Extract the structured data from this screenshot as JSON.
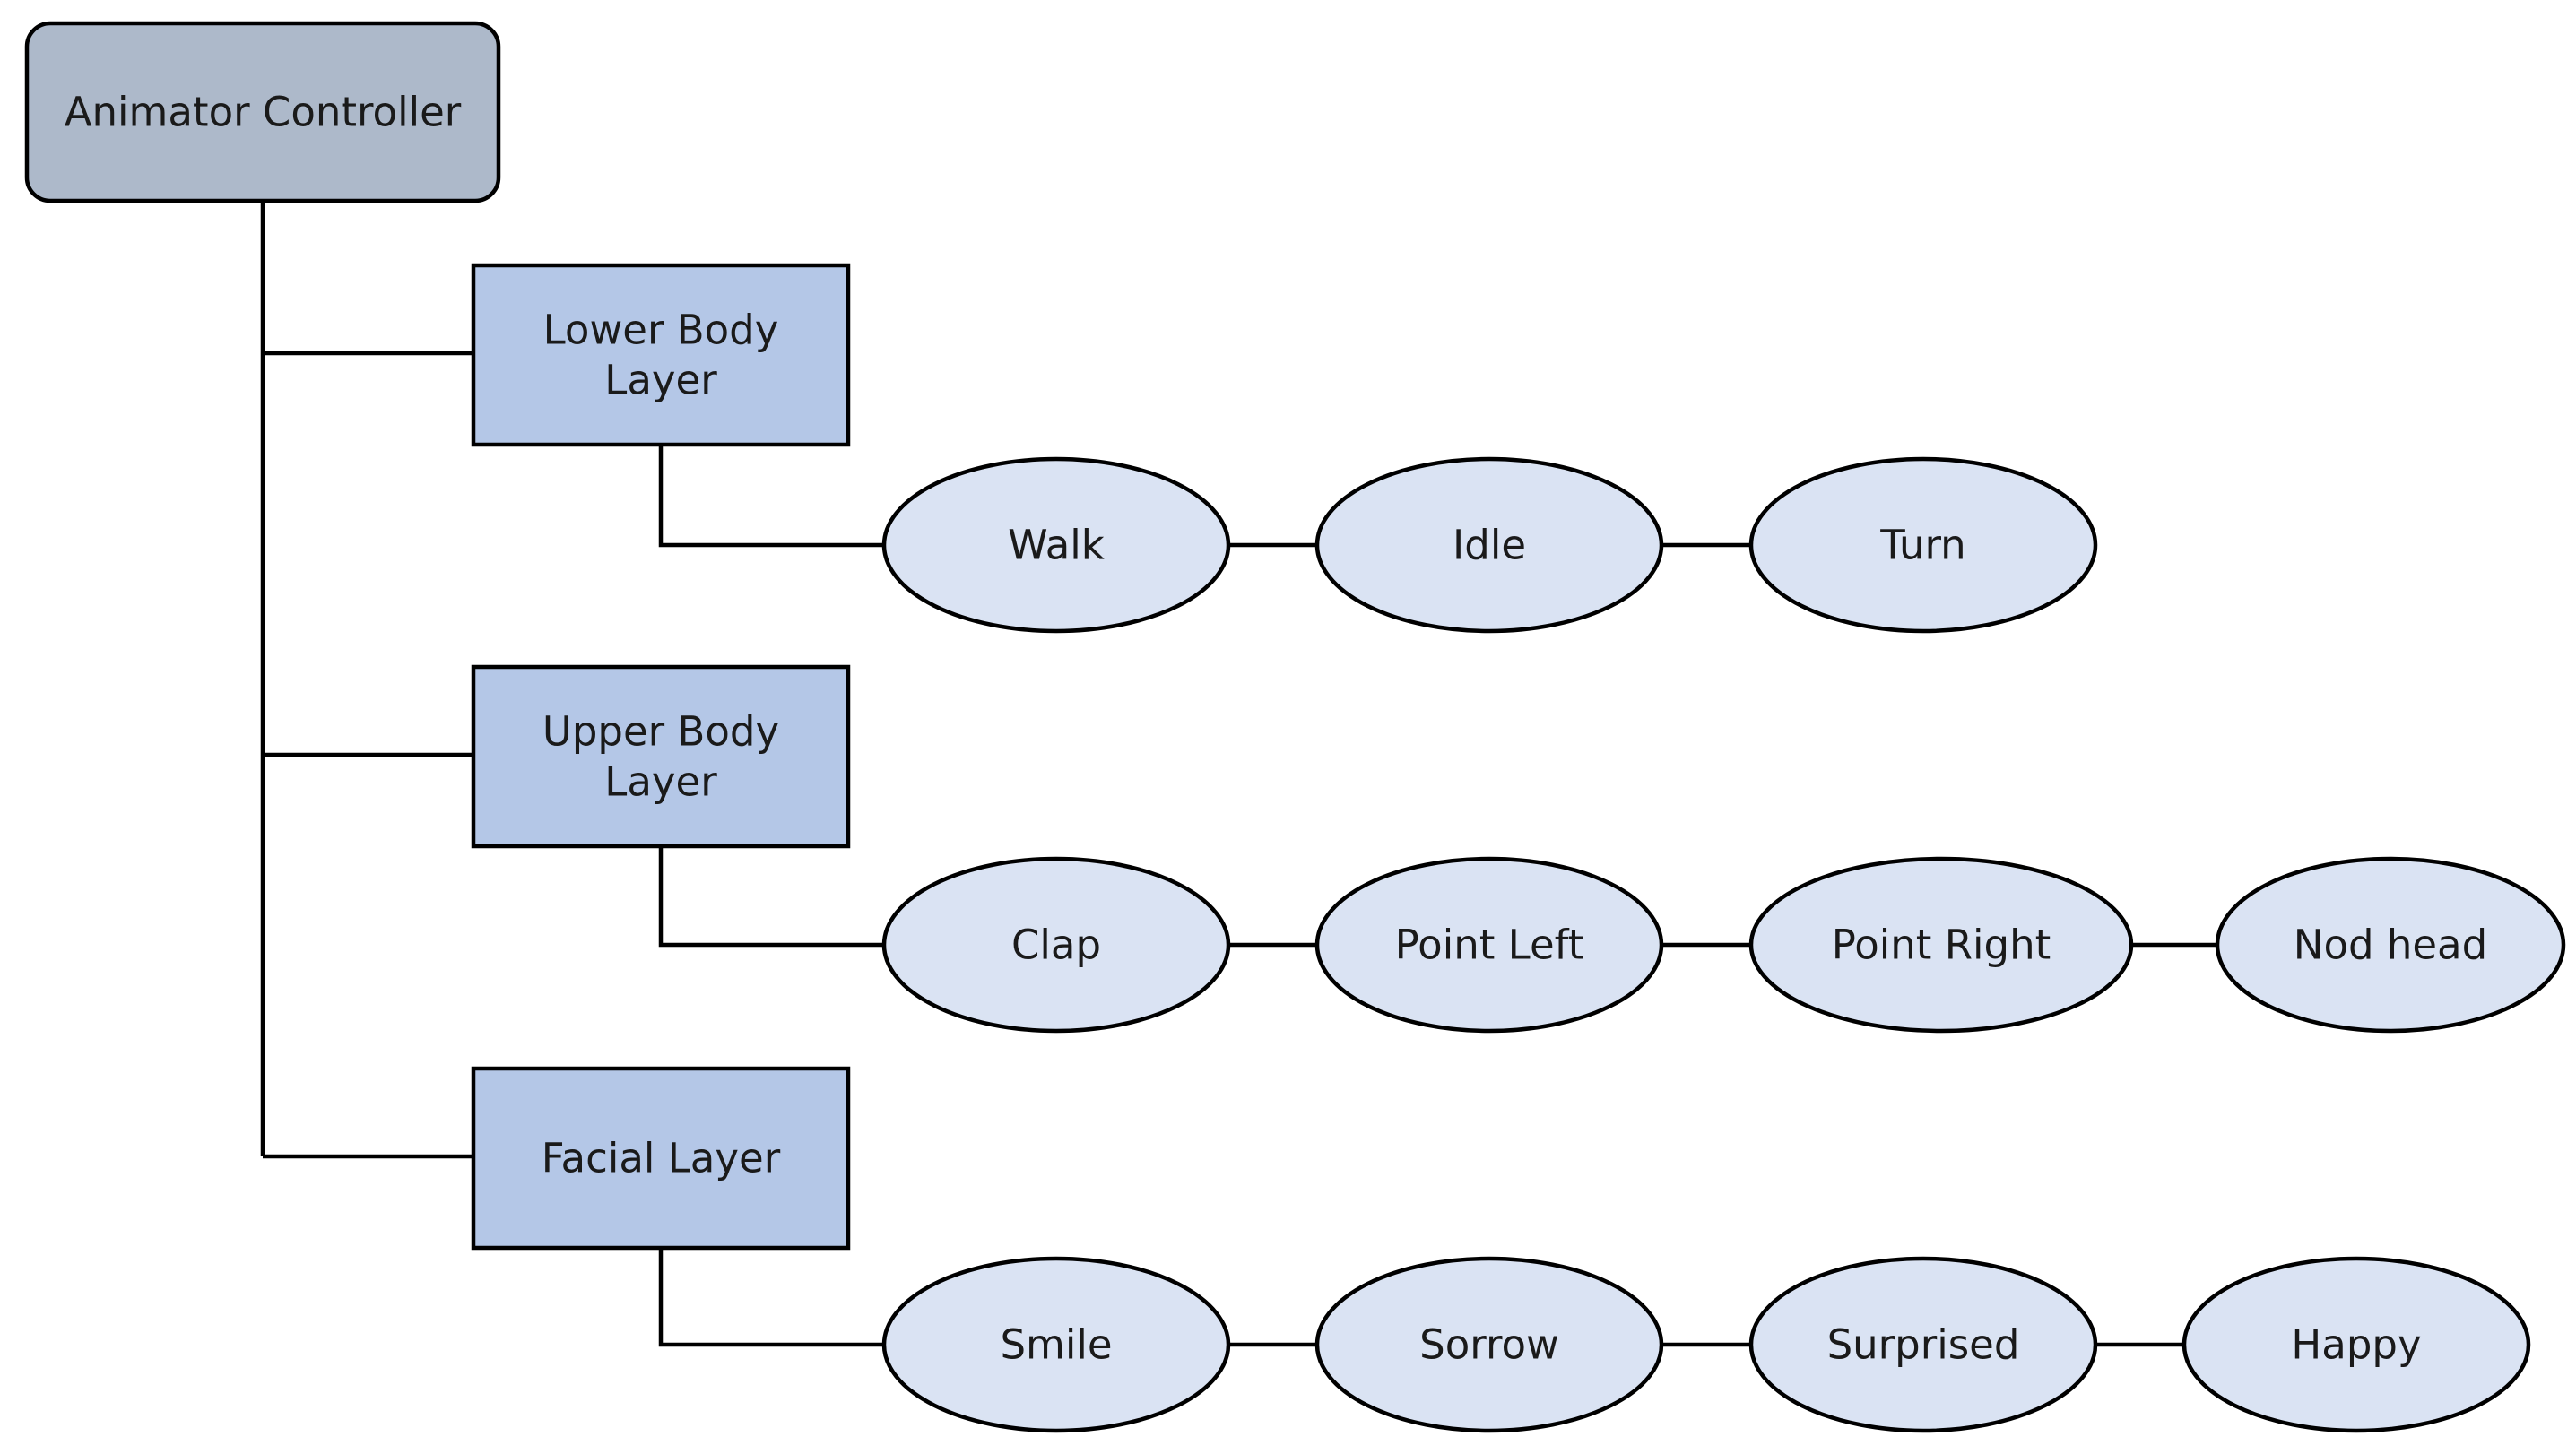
{
  "root": {
    "label": "Animator Controller"
  },
  "layers": [
    {
      "label_lines": [
        "Lower Body",
        "Layer"
      ],
      "states": [
        "Walk",
        "Idle",
        "Turn"
      ]
    },
    {
      "label_lines": [
        "Upper Body",
        "Layer"
      ],
      "states": [
        "Clap",
        "Point Left",
        "Point Right",
        "Nod head"
      ]
    },
    {
      "label_lines": [
        "Facial Layer"
      ],
      "states": [
        "Smile",
        "Sorrow",
        "Surprised",
        "Happy"
      ]
    }
  ],
  "colors": {
    "root_fill": "#adb9ca",
    "layer_fill": "#b4c7e7",
    "state_fill": "#dae3f3",
    "stroke": "#000000",
    "text": "#1a1a1a"
  }
}
